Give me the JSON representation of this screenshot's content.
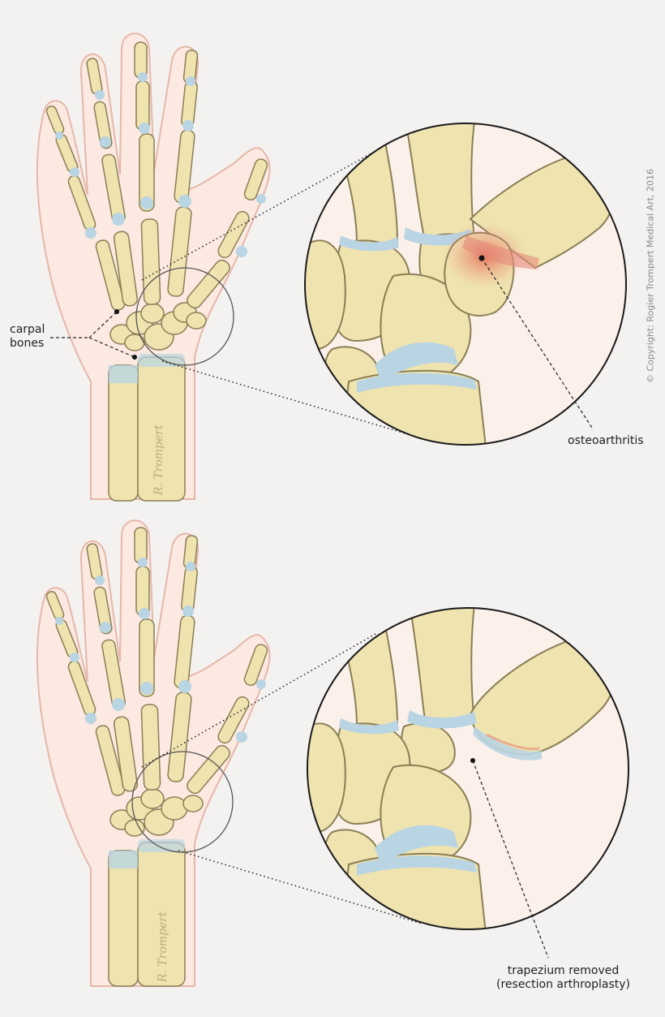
{
  "labels": {
    "carpal_bones_line1": "carpal",
    "carpal_bones_line2": "bones",
    "osteoarthritis": "osteoarthritis",
    "trapezium_line1": "trapezium removed",
    "trapezium_line2": "(resection arthroplasty)"
  },
  "copyright": "© Copyright: Rogier Trompert Medical Art, 2016",
  "signature": "R. Trompert",
  "colors": {
    "background": "#f4f2f1",
    "skin": "#fbe9e2",
    "skin_outline": "#e6b7a8",
    "bone": "#efe3b0",
    "bone_outline": "#8a7f55",
    "cartilage": "#b9d4e2",
    "inflammation": "#e58a7a",
    "magnifier_fill": "#fcf1ea"
  },
  "panels": [
    {
      "id": "before",
      "name": "hand-with-osteoarthritis"
    },
    {
      "id": "after",
      "name": "hand-after-resection-arthroplasty"
    }
  ]
}
